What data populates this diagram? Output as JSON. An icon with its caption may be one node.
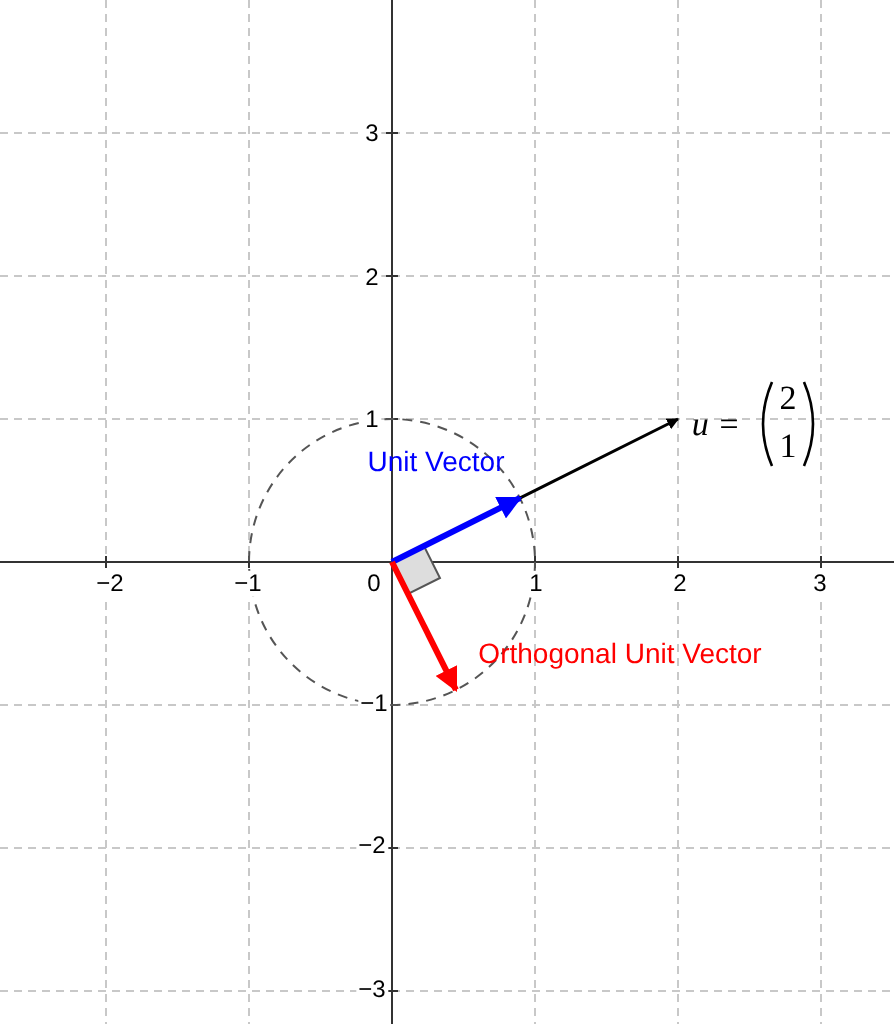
{
  "diagram": {
    "labels": [
      "3",
      "2",
      "1",
      "u =",
      "2",
      "1",
      "Unit Vector",
      "−2",
      "−1",
      "0",
      "1",
      "2",
      "3",
      "Orthogonal Unit Vector",
      "−1",
      "−2",
      "−3"
    ]
  }
}
